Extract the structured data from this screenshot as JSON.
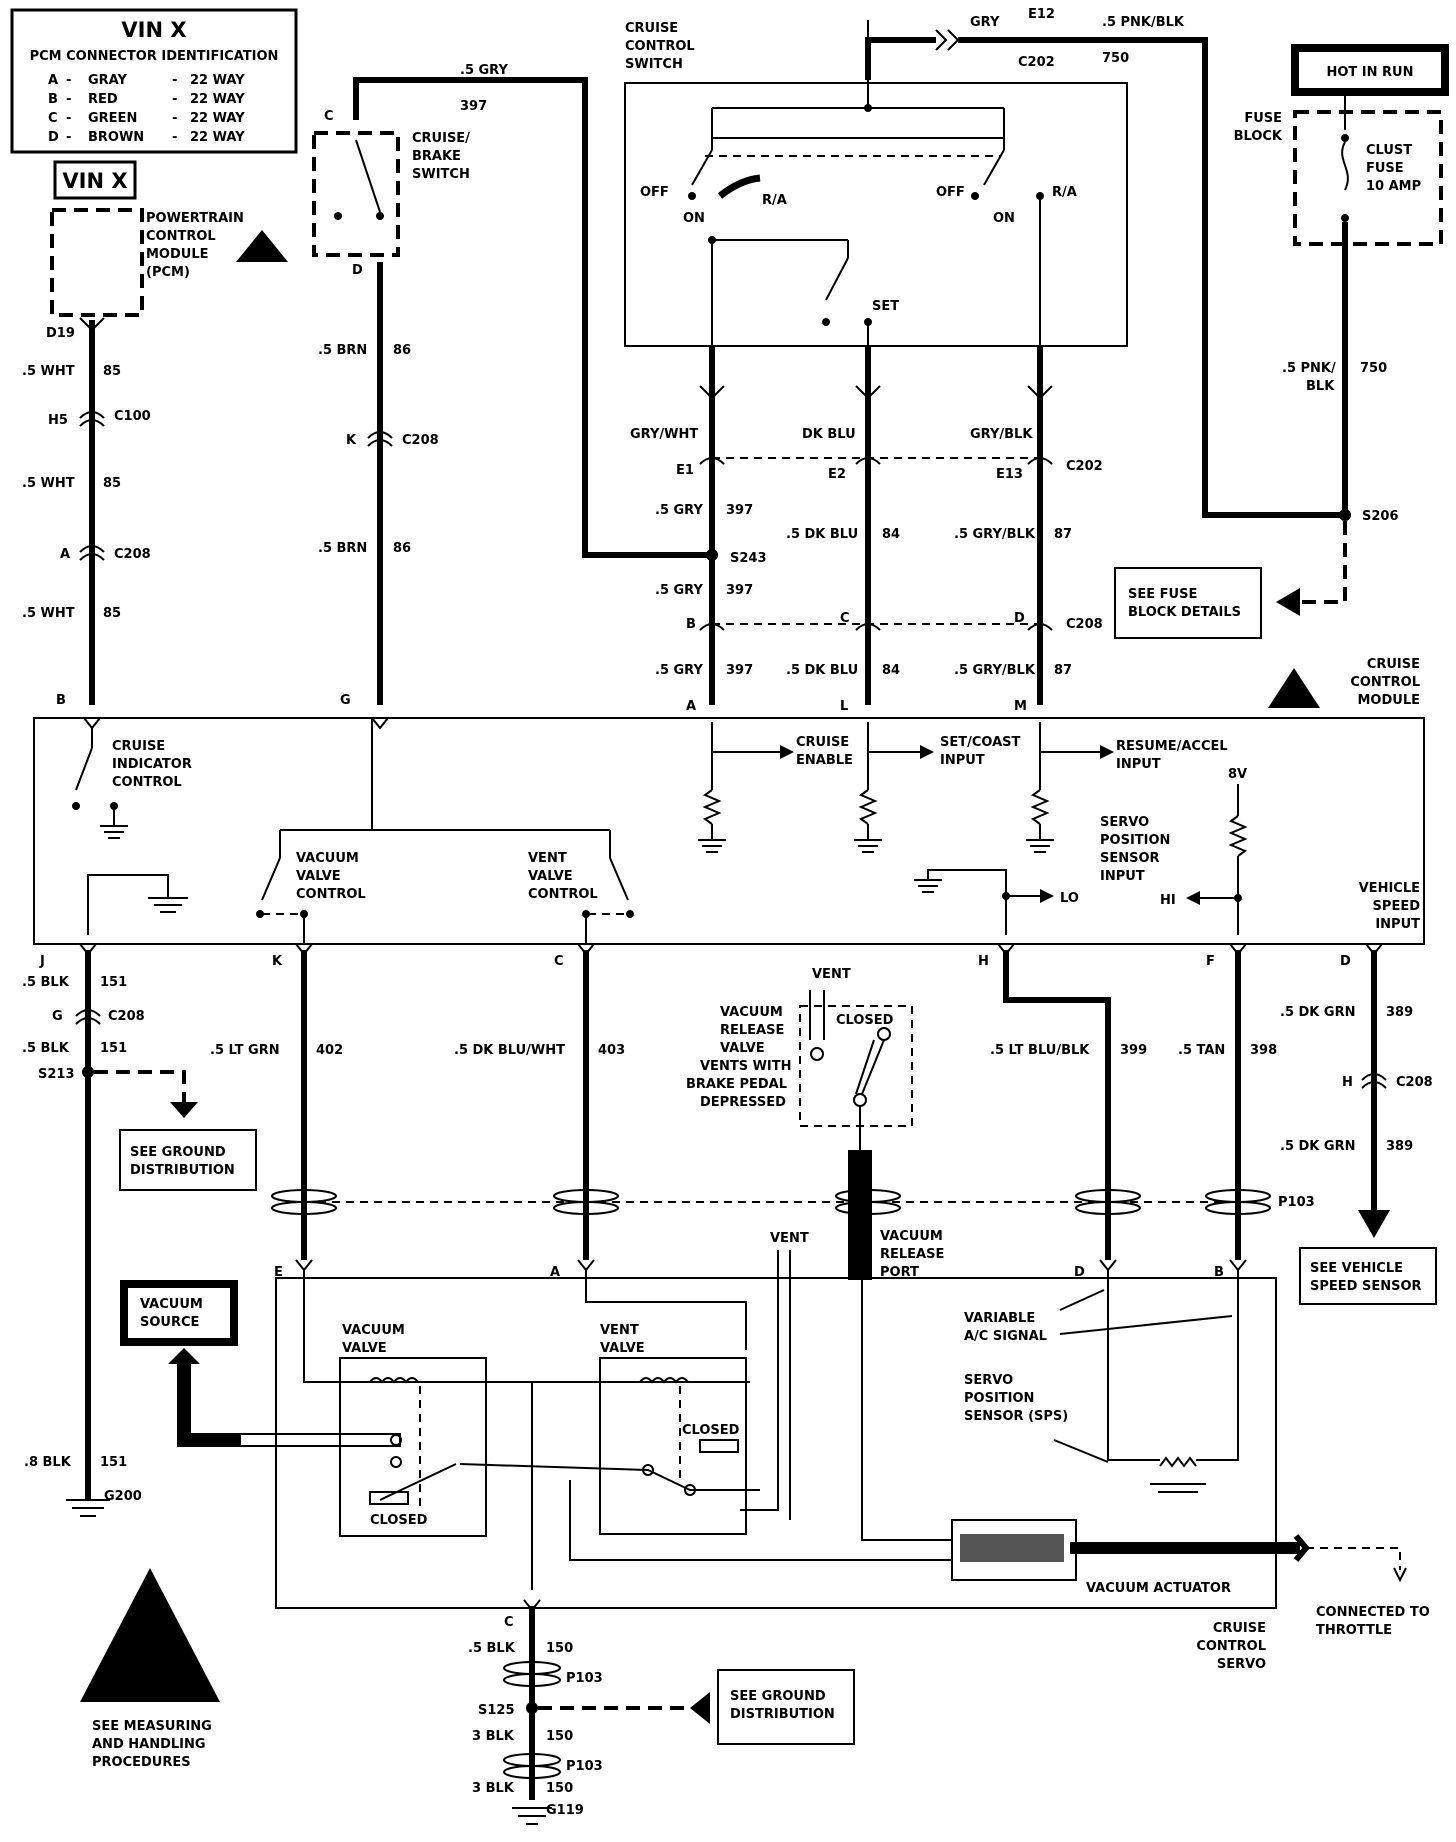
{
  "pcm_id": {
    "title": "VIN X",
    "subtitle": "PCM CONNECTOR IDENTIFICATION",
    "rows": [
      {
        "letter": "A",
        "color": "GRAY",
        "way": "22 WAY"
      },
      {
        "letter": "B",
        "color": "RED",
        "way": "22 WAY"
      },
      {
        "letter": "C",
        "color": "GREEN",
        "way": "22 WAY"
      },
      {
        "letter": "D",
        "color": "BROWN",
        "way": "22 WAY"
      }
    ]
  },
  "vin_label": "VIN X",
  "pcm": {
    "name_lines": [
      "POWERTRAIN",
      "CONTROL",
      "MODULE",
      "(PCM)"
    ],
    "pin": "D19",
    "w1": ".5 WHT",
    "c1": "85",
    "h5": "H5",
    "c100": "C100",
    "w2": ".5 WHT",
    "c2": "85",
    "a": "A",
    "c208": "C208",
    "w3": ".5 WHT",
    "c3": "85",
    "b": "B"
  },
  "brake_switch": {
    "name_lines": [
      "CRUISE/",
      "BRAKE",
      "SWITCH"
    ],
    "pin_c": "C",
    "pin_d": "D",
    "gry": ".5 GRY",
    "c397": "397",
    "brn1": ".5 BRN",
    "c86a": "86",
    "k": "K",
    "c208": "C208",
    "brn2": ".5 BRN",
    "c86b": "86",
    "g": "G"
  },
  "cruise_switch": {
    "name_lines": [
      "CRUISE",
      "CONTROL",
      "SWITCH"
    ],
    "off1": "OFF",
    "ra1": "R/A",
    "on1": "ON",
    "off2": "OFF",
    "ra2": "R/A",
    "on2": "ON",
    "set": "SET",
    "gry_top": "GRY",
    "e12": "E12",
    "c202_top": "C202",
    "pnk_top": ".5 PNK/BLK",
    "c750_top": "750",
    "col1_color": "GRY/WHT",
    "col2_color": "DK BLU",
    "col3_color": "GRY/BLK",
    "e1": "E1",
    "e2": "E2",
    "e13": "E13",
    "c202": "C202",
    "gry1": ".5 GRY",
    "g397a": "397",
    "dkblu1": ".5 DK BLU",
    "d84a": "84",
    "grybk1": ".5 GRY/BLK",
    "g87a": "87",
    "s243": "S243",
    "gry2": ".5 GRY",
    "g397b": "397",
    "b": "B",
    "c": "C",
    "d": "D",
    "c208": "C208",
    "gry3": ".5 GRY",
    "g397c": "397",
    "dkblu2": ".5 DK BLU",
    "d84b": "84",
    "grybk2": ".5 GRY/BLK",
    "g87b": "87",
    "pa": "A",
    "pl": "L",
    "pm": "M"
  },
  "fuse": {
    "hot": "HOT IN RUN",
    "block_lines": [
      "FUSE",
      "BLOCK"
    ],
    "fuse_lines": [
      "CLUST",
      "FUSE",
      "10 AMP"
    ],
    "pnk_lines": [
      ".5 PNK/",
      "BLK"
    ],
    "c750": "750",
    "s206": "S206",
    "details_lines": [
      "SEE FUSE",
      "BLOCK DETAILS"
    ]
  },
  "module": {
    "name_lines": [
      "CRUISE",
      "CONTROL",
      "MODULE"
    ],
    "indicator_lines": [
      "CRUISE",
      "INDICATOR",
      "CONTROL"
    ],
    "vacuum_lines": [
      "VACUUM",
      "VALVE",
      "CONTROL"
    ],
    "vent_lines": [
      "VENT",
      "VALVE",
      "CONTROL"
    ],
    "enable_lines": [
      "CRUISE",
      "ENABLE"
    ],
    "setcoast_lines": [
      "SET/COAST",
      "INPUT"
    ],
    "resume_lines": [
      "RESUME/ACCEL",
      "INPUT"
    ],
    "v8": "8V",
    "servo_lines": [
      "SERVO",
      "POSITION",
      "SENSOR",
      "INPUT"
    ],
    "hi": "HI",
    "lo": "LO",
    "vss_lines": [
      "VEHICLE",
      "SPEED",
      "INPUT"
    ]
  },
  "lower": {
    "j": "J",
    "k": "K",
    "c": "C",
    "h": "H",
    "f": "F",
    "d": "D",
    "blk1": ".5 BLK",
    "b151a": "151",
    "g": "G",
    "c208a": "C208",
    "blk2": ".5 BLK",
    "b151b": "151",
    "s213": "S213",
    "ground_lines": [
      "SEE GROUND",
      "DISTRIBUTION"
    ],
    "ltgrn": ".5  LT GRN",
    "c402": "402",
    "dkbluwht": ".5 DK BLU/WHT",
    "c403": "403",
    "ltblublk": ".5 LT BLU/BLK",
    "c399": "399",
    "tan": ".5 TAN",
    "c398": "398",
    "dkgrn1": ".5 DK GRN",
    "c389a": "389",
    "h2": "H",
    "c208b": "C208",
    "dkgrn2": ".5 DK GRN",
    "c389b": "389",
    "p103": "P103",
    "vss_lines": [
      "SEE VEHICLE",
      "SPEED SENSOR"
    ],
    "blk3": ".8 BLK",
    "b151c": "151",
    "g200": "G200"
  },
  "release_valve": {
    "vent": "VENT",
    "name_lines": [
      "VACUUM",
      "RELEASE",
      "VALVE"
    ],
    "closed": "CLOSED",
    "desc_lines": [
      "VENTS WITH",
      "BRAKE PEDAL",
      "DEPRESSED"
    ],
    "port_lines": [
      "VACUUM",
      "RELEASE",
      "PORT"
    ]
  },
  "servo": {
    "pin_e": "E",
    "pin_a": "A",
    "pin_d": "D",
    "pin_b": "B",
    "vent2": "VENT",
    "vacuum_source_lines": [
      "VACUUM",
      "SOURCE"
    ],
    "vacvalve_lines": [
      "VACUUM",
      "VALVE"
    ],
    "ventvalve_lines": [
      "VENT",
      "VALVE"
    ],
    "closed1": "CLOSED",
    "closed2": "CLOSED",
    "ac_lines": [
      "VARIABLE",
      "A/C SIGNAL"
    ],
    "sps_lines": [
      "SERVO",
      "POSITION",
      "SENSOR (SPS)"
    ],
    "actuator": "VACUUM ACTUATOR",
    "throttle_lines": [
      "CONNECTED TO",
      "THROTTLE"
    ],
    "name_lines": [
      "CRUISE",
      "CONTROL",
      "SERVO"
    ],
    "pin_c": "C",
    "blk4": ".5 BLK",
    "b150a": "150",
    "p103a": "P103",
    "s125": "S125",
    "ground_lines": [
      "SEE GROUND",
      "DISTRIBUTION"
    ],
    "blk5": "3 BLK",
    "b150b": "150",
    "p103b": "P103",
    "blk6": "3 BLK",
    "b150c": "150",
    "g119": "G119"
  },
  "esd": {
    "lines": [
      "SEE MEASURING",
      "AND HANDLING",
      "PROCEDURES"
    ]
  }
}
